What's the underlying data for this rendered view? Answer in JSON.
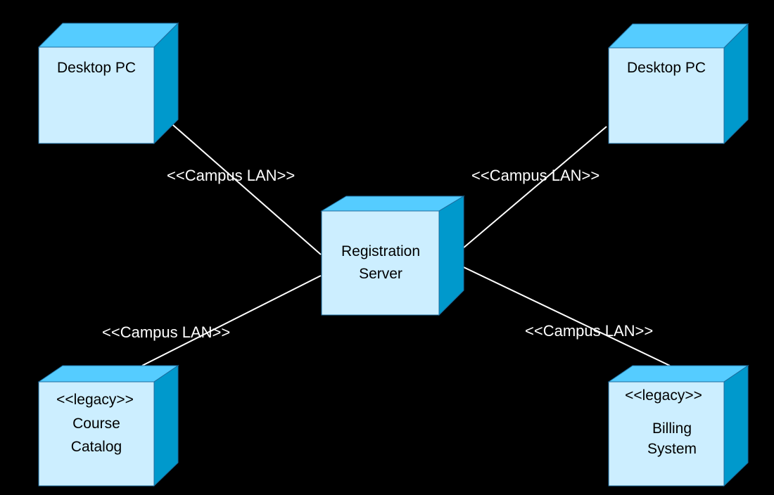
{
  "colors": {
    "background": "#000000",
    "node_front": "#cceeff",
    "node_top": "#55ccff",
    "node_side": "#0099cc",
    "node_edge": "#1c6c9e",
    "link": "#ffffff"
  },
  "nodes": {
    "desktop_pc_left": {
      "lines": [
        "Desktop PC"
      ]
    },
    "desktop_pc_right": {
      "lines": [
        "Desktop PC"
      ]
    },
    "registration_server": {
      "lines": [
        "Registration",
        "Server"
      ]
    },
    "course_catalog": {
      "stereotype": "<<legacy>>",
      "lines": [
        "Course",
        "Catalog"
      ]
    },
    "billing_system": {
      "stereotype": "<<legacy>>",
      "lines": [
        "Billing",
        "System"
      ]
    }
  },
  "links": {
    "server_to_desktop_left": "<<Campus LAN>>",
    "server_to_desktop_right": "<<Campus LAN>>",
    "server_to_course_catalog": "<<Campus LAN>>",
    "server_to_billing_system": "<<Campus LAN>>"
  }
}
